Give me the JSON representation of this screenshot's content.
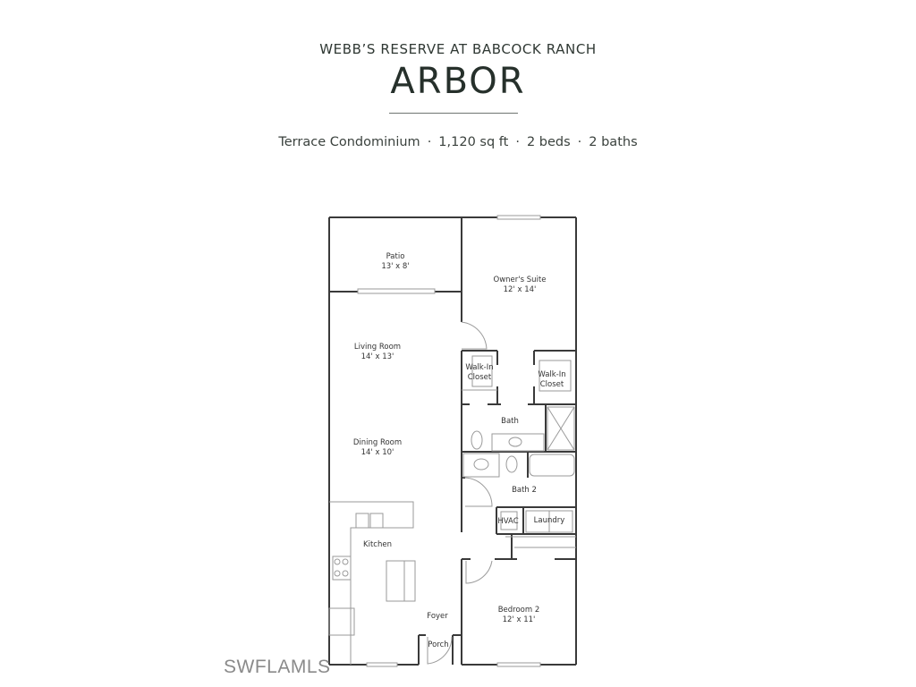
{
  "header": {
    "community": "WEBB’S RESERVE AT BABCOCK RANCH",
    "model_name": "ARBOR",
    "specs": {
      "type": "Terrace Condominium",
      "area": "1,120 sq ft",
      "beds": "2 beds",
      "baths": "2 baths",
      "separator": "·"
    }
  },
  "rooms": [
    {
      "name": "Patio",
      "dims": "13' x 8'"
    },
    {
      "name": "Owner's Suite",
      "dims": "12' x 14'"
    },
    {
      "name": "Living Room",
      "dims": "14' x 13'"
    },
    {
      "name": "Walk-In Closet",
      "dims": ""
    },
    {
      "name": "Walk-In Closet",
      "dims": ""
    },
    {
      "name": "Bath",
      "dims": ""
    },
    {
      "name": "Dining Room",
      "dims": "14' x 10'"
    },
    {
      "name": "Bath 2",
      "dims": ""
    },
    {
      "name": "HVAC",
      "dims": ""
    },
    {
      "name": "Laundry",
      "dims": ""
    },
    {
      "name": "Kitchen",
      "dims": ""
    },
    {
      "name": "Foyer",
      "dims": ""
    },
    {
      "name": "Porch",
      "dims": ""
    },
    {
      "name": "Bedroom 2",
      "dims": "12' x 11'"
    }
  ],
  "watermark": "SWFLAMLS",
  "colors": {
    "wall": "#3a3a3a",
    "fixture": "#9a9a9a",
    "title": "#26302b"
  }
}
